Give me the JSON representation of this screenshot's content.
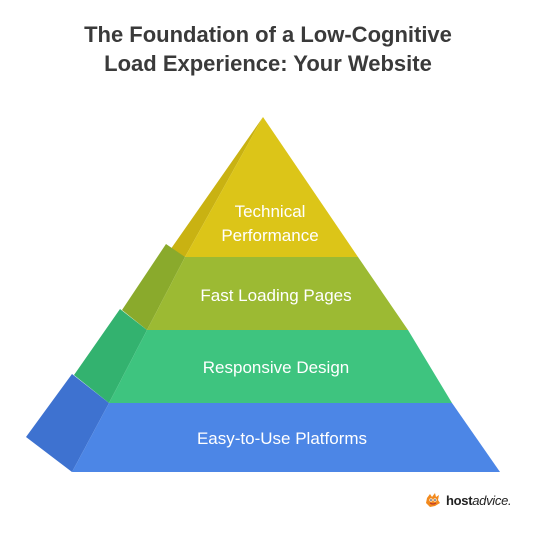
{
  "title": {
    "line1": "The Foundation of a Low-Cognitive",
    "line2": "Load Experience: Your Website"
  },
  "tiers": [
    {
      "label_line1": "Technical",
      "label_line2": "Performance",
      "front_color": "#DCC518",
      "side_color": "#C9B212"
    },
    {
      "label": "Fast Loading Pages",
      "front_color": "#9CBA33",
      "side_color": "#8AAA2C"
    },
    {
      "label": "Responsive Design",
      "front_color": "#3EC47F",
      "side_color": "#33B26F"
    },
    {
      "label": "Easy-to-Use Platforms",
      "front_color": "#4C86E6",
      "side_color": "#3E72D0"
    }
  ],
  "brand": {
    "name_bold": "host",
    "name_rest": "advice."
  }
}
